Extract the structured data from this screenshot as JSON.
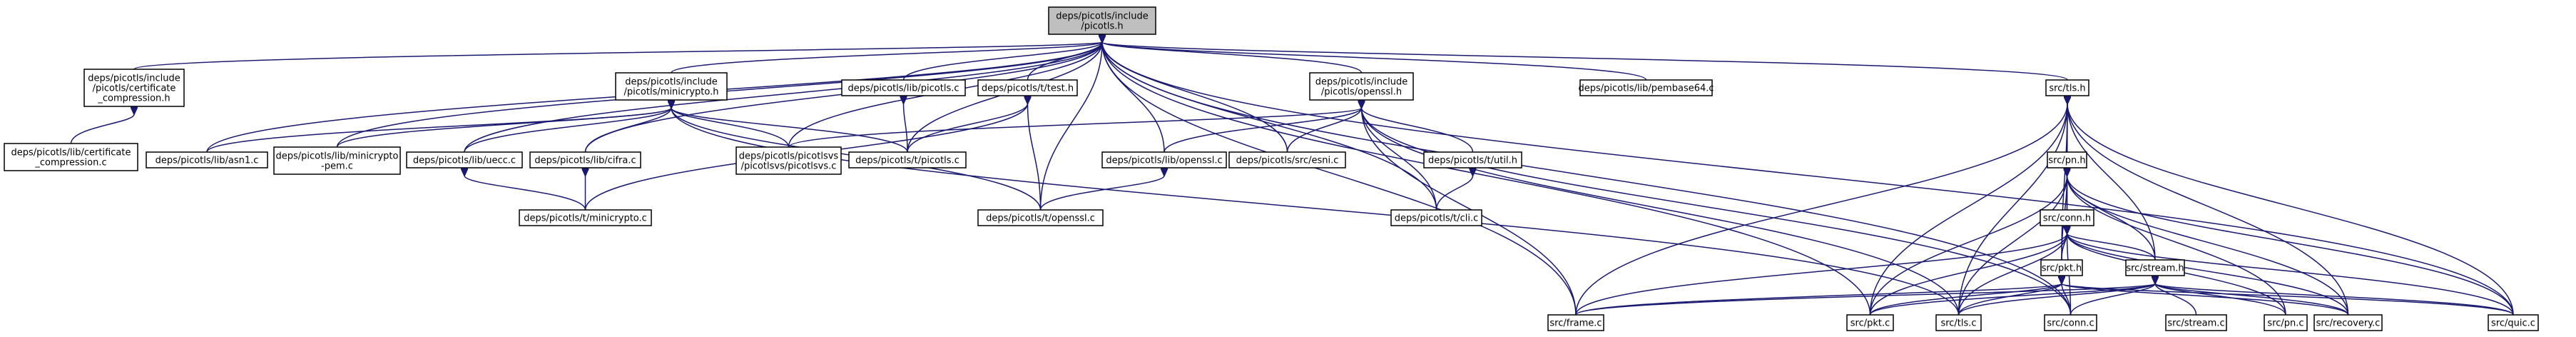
{
  "nodes": [
    {
      "id": "picotls_h",
      "lines": [
        "deps/picotls/include",
        "/picotls.h"
      ],
      "root": true
    },
    {
      "id": "cert_comp_h",
      "lines": [
        "deps/picotls/include",
        "/picotls/certificate",
        "_compression.h"
      ]
    },
    {
      "id": "cert_comp_c",
      "lines": [
        "deps/picotls/lib/certificate",
        "_compression.c"
      ]
    },
    {
      "id": "minicrypto_h",
      "lines": [
        "deps/picotls/include",
        "/picotls/minicrypto.h"
      ]
    },
    {
      "id": "asn1_c",
      "lines": [
        "deps/picotls/lib/asn1.c"
      ]
    },
    {
      "id": "minicrypto_pem_c",
      "lines": [
        "deps/picotls/lib/minicrypto",
        "-pem.c"
      ]
    },
    {
      "id": "uecc_c",
      "lines": [
        "deps/picotls/lib/uecc.c"
      ]
    },
    {
      "id": "cifra_c",
      "lines": [
        "deps/picotls/lib/cifra.c"
      ]
    },
    {
      "id": "t_minicrypto_c",
      "lines": [
        "deps/picotls/t/minicrypto.c"
      ]
    },
    {
      "id": "picotlsvs_c",
      "lines": [
        "deps/picotls/picotlsvs",
        "/picotlsvs/picotlsvs.c"
      ]
    },
    {
      "id": "lib_picotls_c",
      "lines": [
        "deps/picotls/lib/picotls.c"
      ]
    },
    {
      "id": "t_picotls_c",
      "lines": [
        "deps/picotls/t/picotls.c"
      ]
    },
    {
      "id": "test_h",
      "lines": [
        "deps/picotls/t/test.h"
      ]
    },
    {
      "id": "t_openssl_c",
      "lines": [
        "deps/picotls/t/openssl.c"
      ]
    },
    {
      "id": "openssl_h",
      "lines": [
        "deps/picotls/include",
        "/picotls/openssl.h"
      ]
    },
    {
      "id": "lib_openssl_c",
      "lines": [
        "deps/picotls/lib/openssl.c"
      ]
    },
    {
      "id": "esni_c",
      "lines": [
        "deps/picotls/src/esni.c"
      ]
    },
    {
      "id": "util_h",
      "lines": [
        "deps/picotls/t/util.h"
      ]
    },
    {
      "id": "cli_c",
      "lines": [
        "deps/picotls/t/cli.c"
      ]
    },
    {
      "id": "pembase64_c",
      "lines": [
        "deps/picotls/lib/pembase64.c"
      ]
    },
    {
      "id": "src_tls_h",
      "lines": [
        "src/tls.h"
      ]
    },
    {
      "id": "src_pn_h",
      "lines": [
        "src/pn.h"
      ]
    },
    {
      "id": "src_conn_h",
      "lines": [
        "src/conn.h"
      ]
    },
    {
      "id": "src_stream_h",
      "lines": [
        "src/stream.h"
      ]
    },
    {
      "id": "src_pkt_h",
      "lines": [
        "src/pkt.h"
      ]
    },
    {
      "id": "src_frame_c",
      "lines": [
        "src/frame.c"
      ]
    },
    {
      "id": "src_pkt_c",
      "lines": [
        "src/pkt.c"
      ]
    },
    {
      "id": "src_tls_c",
      "lines": [
        "src/tls.c"
      ]
    },
    {
      "id": "src_conn_c",
      "lines": [
        "src/conn.c"
      ]
    },
    {
      "id": "src_stream_c",
      "lines": [
        "src/stream.c"
      ]
    },
    {
      "id": "src_pn_c",
      "lines": [
        "src/pn.c"
      ]
    },
    {
      "id": "src_recovery_c",
      "lines": [
        "src/recovery.c"
      ]
    },
    {
      "id": "src_quic_c",
      "lines": [
        "src/quic.c"
      ]
    }
  ],
  "edges": [
    [
      "picotls_h",
      "cert_comp_h"
    ],
    [
      "picotls_h",
      "minicrypto_h"
    ],
    [
      "picotls_h",
      "asn1_c"
    ],
    [
      "picotls_h",
      "minicrypto_pem_c"
    ],
    [
      "picotls_h",
      "uecc_c"
    ],
    [
      "picotls_h",
      "cifra_c"
    ],
    [
      "picotls_h",
      "picotlsvs_c"
    ],
    [
      "picotls_h",
      "lib_picotls_c"
    ],
    [
      "picotls_h",
      "t_picotls_c"
    ],
    [
      "picotls_h",
      "test_h"
    ],
    [
      "picotls_h",
      "t_openssl_c"
    ],
    [
      "picotls_h",
      "openssl_h"
    ],
    [
      "picotls_h",
      "lib_openssl_c"
    ],
    [
      "picotls_h",
      "esni_c"
    ],
    [
      "picotls_h",
      "cli_c"
    ],
    [
      "picotls_h",
      "pembase64_c"
    ],
    [
      "picotls_h",
      "src_tls_h"
    ],
    [
      "picotls_h",
      "src_frame_c"
    ],
    [
      "picotls_h",
      "src_pkt_c"
    ],
    [
      "picotls_h",
      "src_conn_c"
    ],
    [
      "picotls_h",
      "src_quic_c"
    ],
    [
      "cert_comp_h",
      "cert_comp_c"
    ],
    [
      "minicrypto_h",
      "asn1_c"
    ],
    [
      "minicrypto_h",
      "minicrypto_pem_c"
    ],
    [
      "minicrypto_h",
      "uecc_c"
    ],
    [
      "minicrypto_h",
      "cifra_c"
    ],
    [
      "minicrypto_h",
      "picotlsvs_c"
    ],
    [
      "minicrypto_h",
      "t_picotls_c"
    ],
    [
      "minicrypto_h",
      "t_openssl_c"
    ],
    [
      "minicrypto_h",
      "src_tls_c"
    ],
    [
      "uecc_c",
      "t_minicrypto_c"
    ],
    [
      "cifra_c",
      "t_minicrypto_c"
    ],
    [
      "lib_picotls_c",
      "t_picotls_c"
    ],
    [
      "test_h",
      "t_picotls_c"
    ],
    [
      "test_h",
      "t_openssl_c"
    ],
    [
      "test_h",
      "t_minicrypto_c"
    ],
    [
      "openssl_h",
      "picotlsvs_c"
    ],
    [
      "openssl_h",
      "lib_openssl_c"
    ],
    [
      "openssl_h",
      "esni_c"
    ],
    [
      "openssl_h",
      "util_h"
    ],
    [
      "openssl_h",
      "cli_c"
    ],
    [
      "openssl_h",
      "src_frame_c"
    ],
    [
      "openssl_h",
      "src_tls_c"
    ],
    [
      "openssl_h",
      "src_conn_c"
    ],
    [
      "lib_openssl_c",
      "t_openssl_c"
    ],
    [
      "util_h",
      "cli_c"
    ],
    [
      "src_tls_h",
      "src_pn_h"
    ],
    [
      "src_tls_h",
      "src_conn_h"
    ],
    [
      "src_tls_h",
      "src_stream_h"
    ],
    [
      "src_tls_h",
      "src_pkt_h"
    ],
    [
      "src_tls_h",
      "src_frame_c"
    ],
    [
      "src_tls_h",
      "src_pkt_c"
    ],
    [
      "src_tls_h",
      "src_tls_c"
    ],
    [
      "src_tls_h",
      "src_recovery_c"
    ],
    [
      "src_tls_h",
      "src_quic_c"
    ],
    [
      "src_pn_h",
      "src_conn_h"
    ],
    [
      "src_pn_h",
      "src_stream_h"
    ],
    [
      "src_pn_h",
      "src_pkt_h"
    ],
    [
      "src_pn_h",
      "src_pkt_c"
    ],
    [
      "src_pn_h",
      "src_tls_c"
    ],
    [
      "src_pn_h",
      "src_pn_c"
    ],
    [
      "src_pn_h",
      "src_recovery_c"
    ],
    [
      "src_pn_h",
      "src_quic_c"
    ],
    [
      "src_conn_h",
      "src_stream_h"
    ],
    [
      "src_conn_h",
      "src_pkt_h"
    ],
    [
      "src_conn_h",
      "src_frame_c"
    ],
    [
      "src_conn_h",
      "src_pkt_c"
    ],
    [
      "src_conn_h",
      "src_tls_c"
    ],
    [
      "src_conn_h",
      "src_conn_c"
    ],
    [
      "src_conn_h",
      "src_pn_c"
    ],
    [
      "src_conn_h",
      "src_recovery_c"
    ],
    [
      "src_conn_h",
      "src_quic_c"
    ],
    [
      "src_stream_h",
      "src_frame_c"
    ],
    [
      "src_stream_h",
      "src_pkt_c"
    ],
    [
      "src_stream_h",
      "src_tls_c"
    ],
    [
      "src_stream_h",
      "src_conn_c"
    ],
    [
      "src_stream_h",
      "src_stream_c"
    ],
    [
      "src_stream_h",
      "src_pn_c"
    ],
    [
      "src_stream_h",
      "src_recovery_c"
    ],
    [
      "src_stream_h",
      "src_quic_c"
    ],
    [
      "src_pkt_h",
      "src_frame_c"
    ],
    [
      "src_pkt_h",
      "src_pkt_c"
    ],
    [
      "src_pkt_h",
      "src_tls_c"
    ],
    [
      "src_pkt_h",
      "src_conn_c"
    ],
    [
      "src_pkt_h",
      "src_recovery_c"
    ],
    [
      "src_pkt_h",
      "src_quic_c"
    ]
  ]
}
